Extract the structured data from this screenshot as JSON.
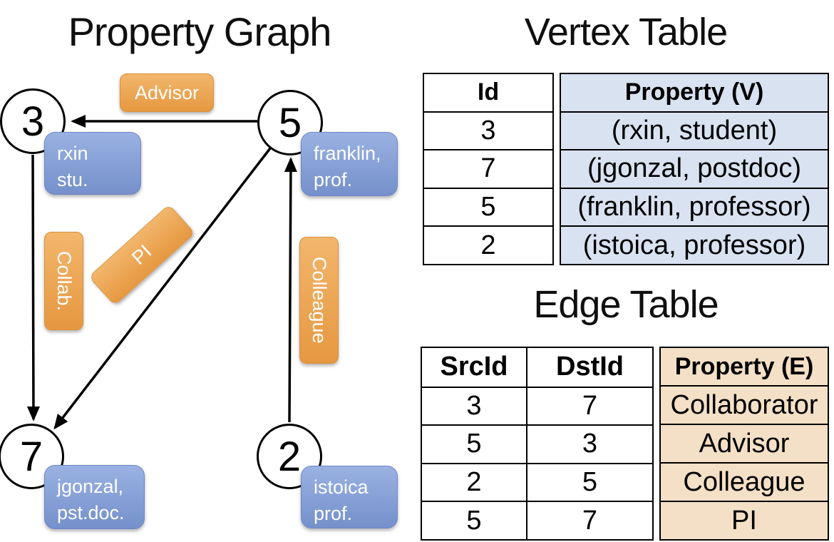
{
  "colors": {
    "edge_label_orange": "#E69840",
    "vertex_prop_blue": "#7590CB",
    "vertex_table_column_bg": "#D9E2F1",
    "edge_table_column_bg": "#F4E0C6",
    "stroke": "#000000"
  },
  "graph": {
    "title": "Property Graph",
    "nodes": {
      "n3": "3",
      "n5": "5",
      "n7": "7",
      "n2": "2"
    },
    "edge_labels": {
      "advisor": "Advisor",
      "collab": "Collab.",
      "pi": "PI",
      "colleague": "Colleague"
    },
    "vertex_props": {
      "n3": {
        "line1": "rxin",
        "line2": "stu."
      },
      "n5": {
        "line1": "franklin,",
        "line2": "prof."
      },
      "n7": {
        "line1": "jgonzal,",
        "line2": "pst.doc."
      },
      "n2": {
        "line1": "istoica",
        "line2": "prof."
      }
    }
  },
  "vertex_table": {
    "title": "Vertex Table",
    "id_header": "Id",
    "prop_header": "Property (V)",
    "rows": [
      {
        "id": "3",
        "prop": "(rxin, student)"
      },
      {
        "id": "7",
        "prop": "(jgonzal, postdoc)"
      },
      {
        "id": "5",
        "prop": "(franklin, professor)"
      },
      {
        "id": "2",
        "prop": "(istoica, professor)"
      }
    ]
  },
  "edge_table": {
    "title": "Edge Table",
    "src_header": "SrcId",
    "dst_header": "DstId",
    "prop_header": "Property (E)",
    "rows": [
      {
        "src": "3",
        "dst": "7",
        "prop": "Collaborator"
      },
      {
        "src": "5",
        "dst": "3",
        "prop": "Advisor"
      },
      {
        "src": "2",
        "dst": "5",
        "prop": "Colleague"
      },
      {
        "src": "5",
        "dst": "7",
        "prop": "PI"
      }
    ]
  }
}
